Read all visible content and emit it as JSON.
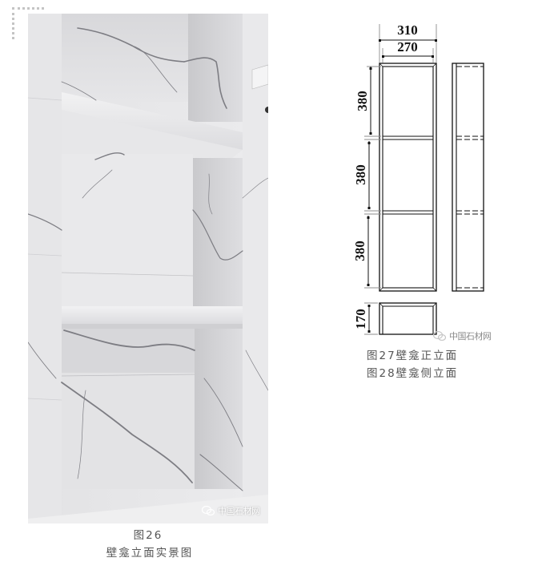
{
  "page": {
    "background": "#ffffff",
    "corner_mark_color": "#c4c4c4"
  },
  "figure26": {
    "photo_alt": "Marble-tiled wall niche with two recessed shelves (three compartments), white marble with grey veining",
    "watermark": "中国石材网",
    "caption_number": "图26",
    "caption_title": "壁龛立面实景图"
  },
  "figure27_28": {
    "drawing_alt": "Technical front and side elevation drawings of the wall niche",
    "dimensions": {
      "outer_width": "310",
      "inner_width": "270",
      "compartment_heights": [
        "380",
        "380",
        "380"
      ],
      "depth": "170"
    },
    "watermark": "中国石材网",
    "caption_front": "图27壁龛正立面",
    "caption_side": "图28壁龛侧立面"
  },
  "colors": {
    "marble_light": "#ececee",
    "marble_mid": "#d6d6d9",
    "marble_shadow": "#bdbdc1",
    "vein": "#7d7d83",
    "caption_text": "#555555",
    "line": "#111111",
    "extension_line": "#8c8c8c"
  }
}
